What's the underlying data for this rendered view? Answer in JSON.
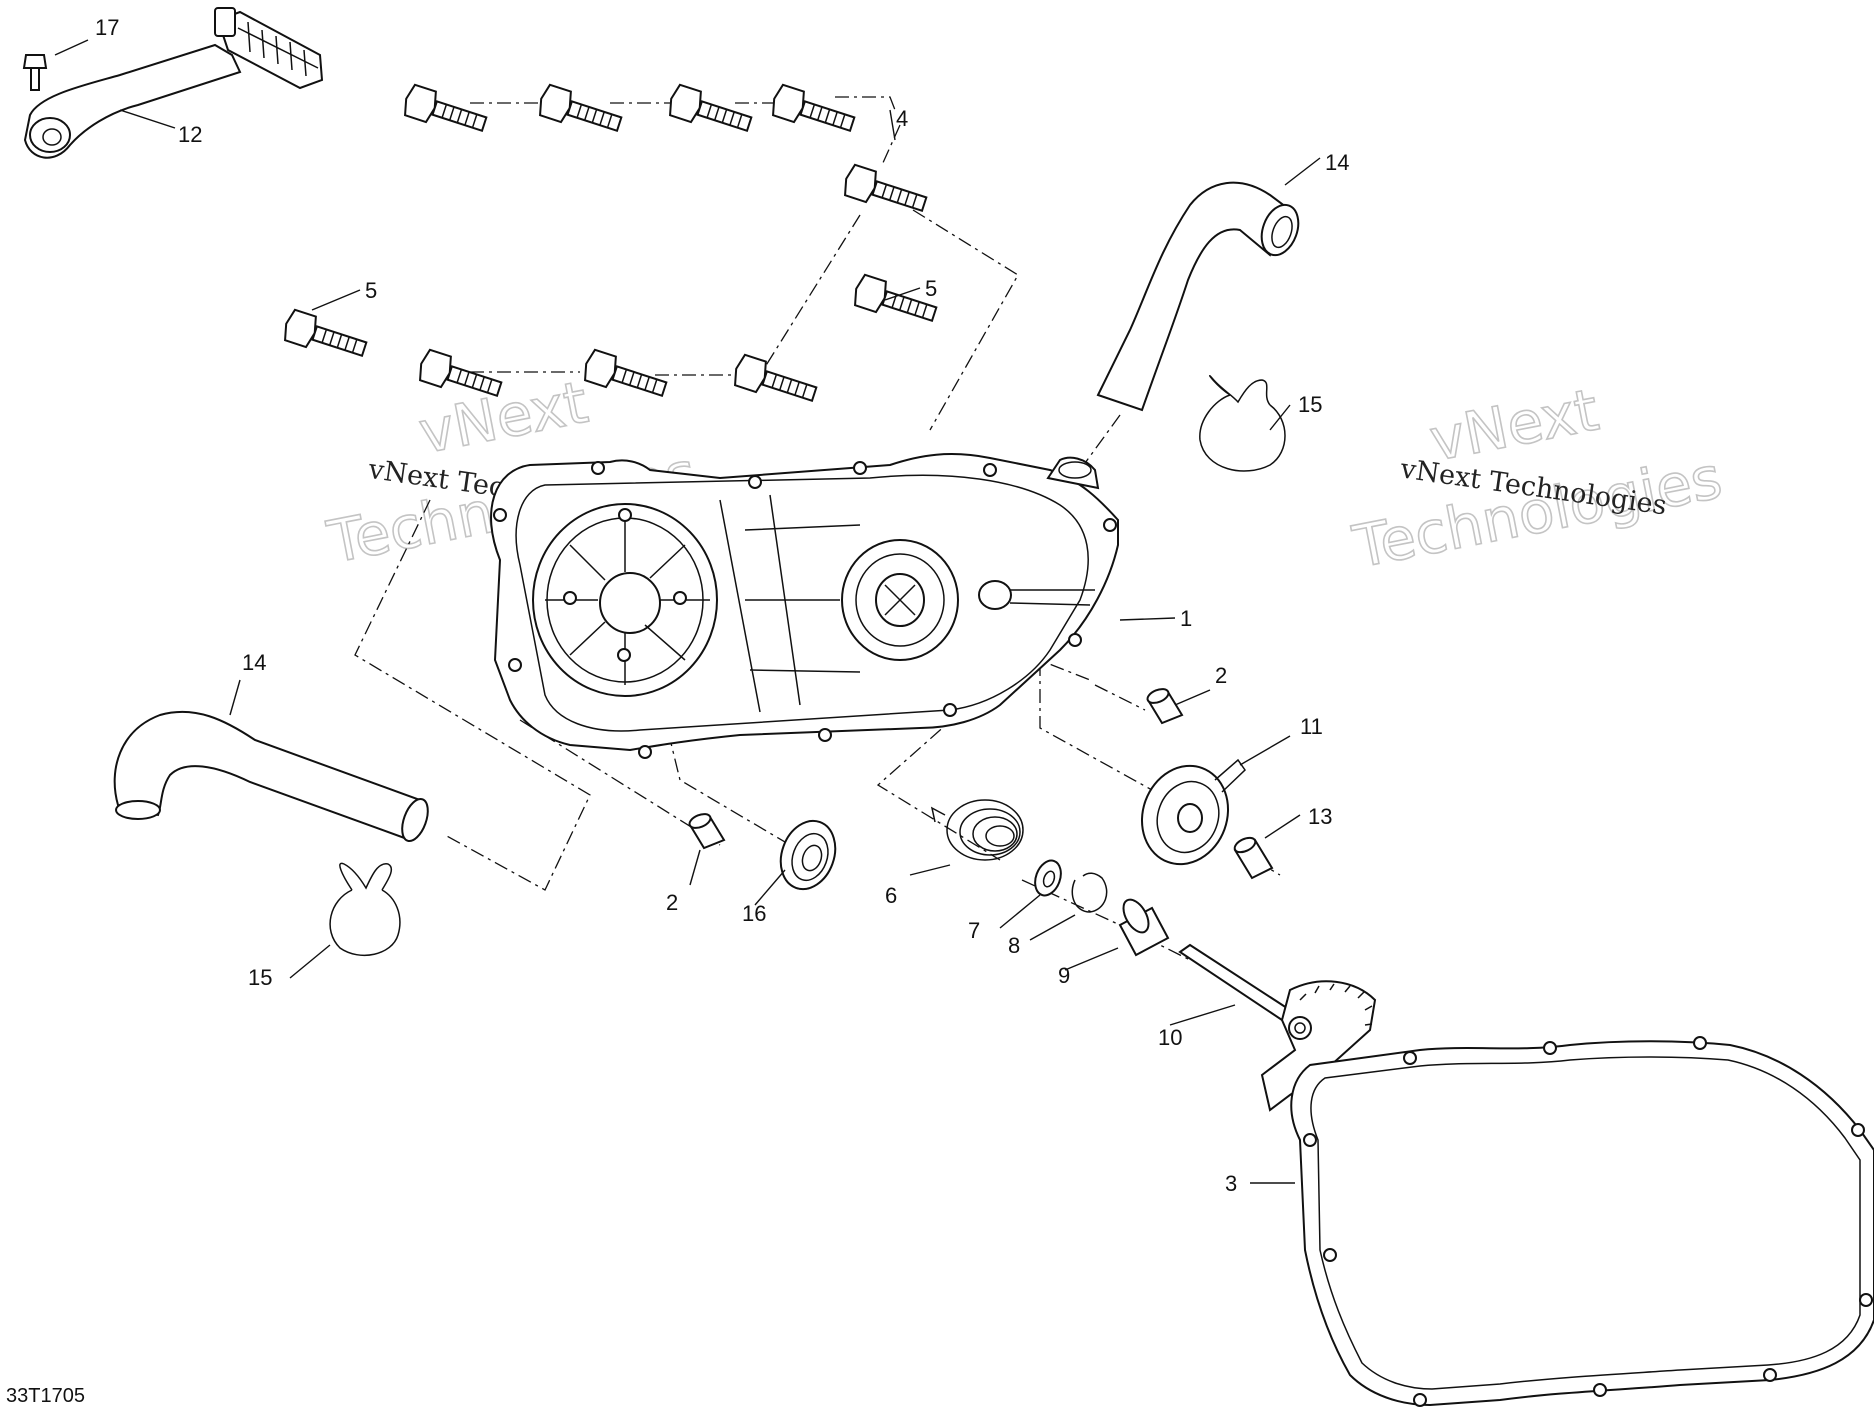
{
  "diagram": {
    "figure_code": "33T1705",
    "watermark": {
      "serif_text": "vNext Technologies",
      "outline_line1": "vNext",
      "outline_line2": "Technologies"
    },
    "callouts": {
      "c1": "1",
      "c2a": "2",
      "c2b": "2",
      "c3": "3",
      "c4": "4",
      "c5a": "5",
      "c5b": "5",
      "c6": "6",
      "c7": "7",
      "c8": "8",
      "c9": "9",
      "c10": "10",
      "c11": "11",
      "c12": "12",
      "c13": "13",
      "c14a": "14",
      "c14b": "14",
      "c15a": "15",
      "c15b": "15",
      "c16": "16",
      "c17": "17"
    }
  }
}
